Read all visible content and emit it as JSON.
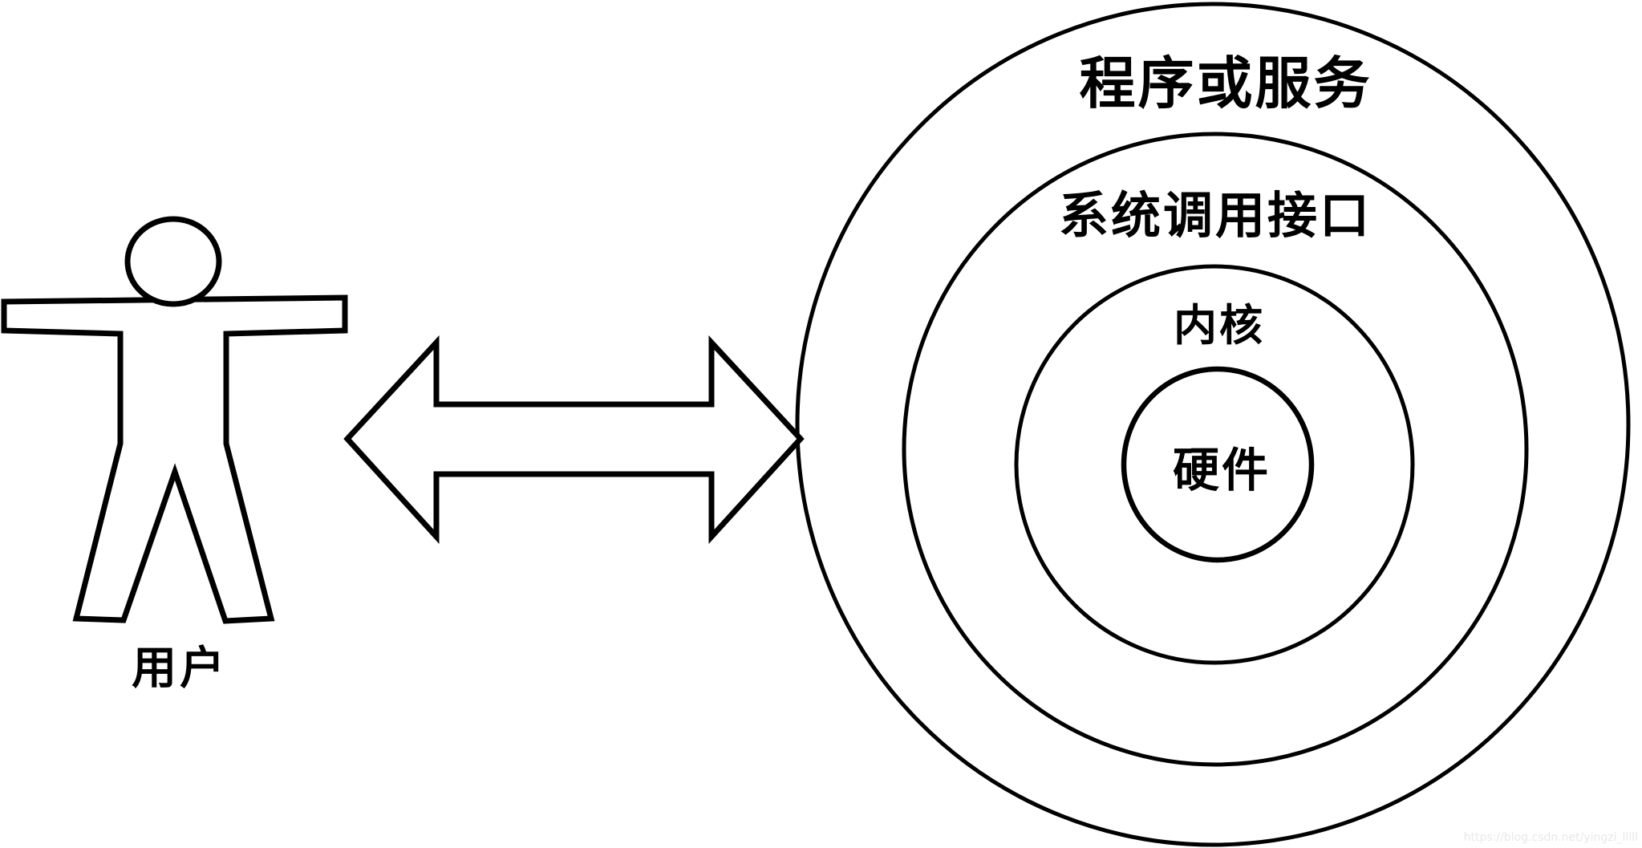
{
  "diagram": {
    "title_semantic": "linux-architecture-diagram",
    "user_label": "用户",
    "rings": [
      {
        "id": "programs-services",
        "label": "程序或服务"
      },
      {
        "id": "syscall-interface",
        "label": "系统调用接口"
      },
      {
        "id": "kernel",
        "label": "内核"
      },
      {
        "id": "hardware",
        "label": "硬件"
      }
    ],
    "watermark": "https://blog.csdn.net/yingzi_lllll",
    "colors": {
      "line": "#000000",
      "background": "#ffffff",
      "watermark": "#e8e8e8"
    }
  }
}
